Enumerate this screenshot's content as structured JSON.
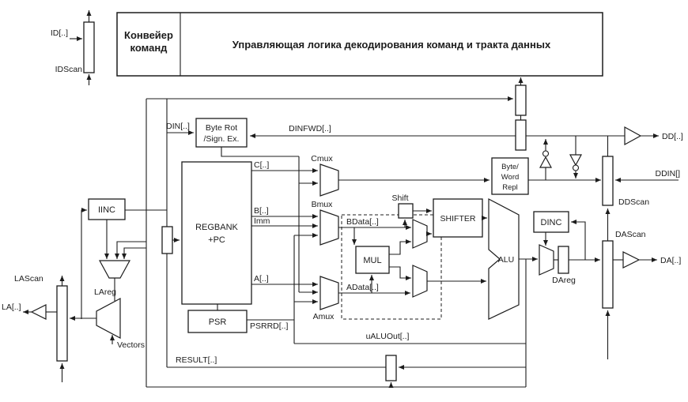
{
  "colors": {
    "ink": "#1c1c1c",
    "background": "#ffffff"
  },
  "diagram": {
    "header": {
      "pipeline_line1": "Конвейер",
      "pipeline_line2": "команд",
      "control_logic": "Управляющая логика декодирования команд и тракта данных"
    },
    "blocks": {
      "byte_rot_line1": "Byte Rot",
      "byte_rot_line2": "/Sign. Ex.",
      "regbank_line1": "REGBANK",
      "regbank_line2": "+PC",
      "psr": "PSR",
      "iinc": "IINC",
      "mul": "MUL",
      "shifter": "SHIFTER",
      "alu": "ALU",
      "dinc": "DINC",
      "byte_word_line1": "Byte/",
      "byte_word_line2": "Word",
      "byte_word_line3": "Repl"
    },
    "muxes": {
      "cmux": "Cmux",
      "bmux": "Bmux",
      "amux": "Amux"
    },
    "signals": {
      "id": "ID[..]",
      "idscan": "IDScan",
      "din": "DIN[..]",
      "dinfwd": "DINFWD[..]",
      "c": "C[..]",
      "b": "B[..]",
      "imm": "Imm",
      "a": "A[..]",
      "psrrd": "PSRRD[..]",
      "bdata": "BData[..]",
      "adata": "AData[..]",
      "shift": "Shift",
      "lareg": "LAreg",
      "vectors": "Vectors",
      "lascan": "LAScan",
      "la": "LA[..]",
      "dareg": "DAreg",
      "dascan": "DAScan",
      "da": "DA[..]",
      "dd": "DD[..]",
      "ddin": "DDIN[]",
      "ddscan": "DDScan",
      "ualuout": "uALUOut[..]",
      "result": "RESULT[..]"
    }
  }
}
